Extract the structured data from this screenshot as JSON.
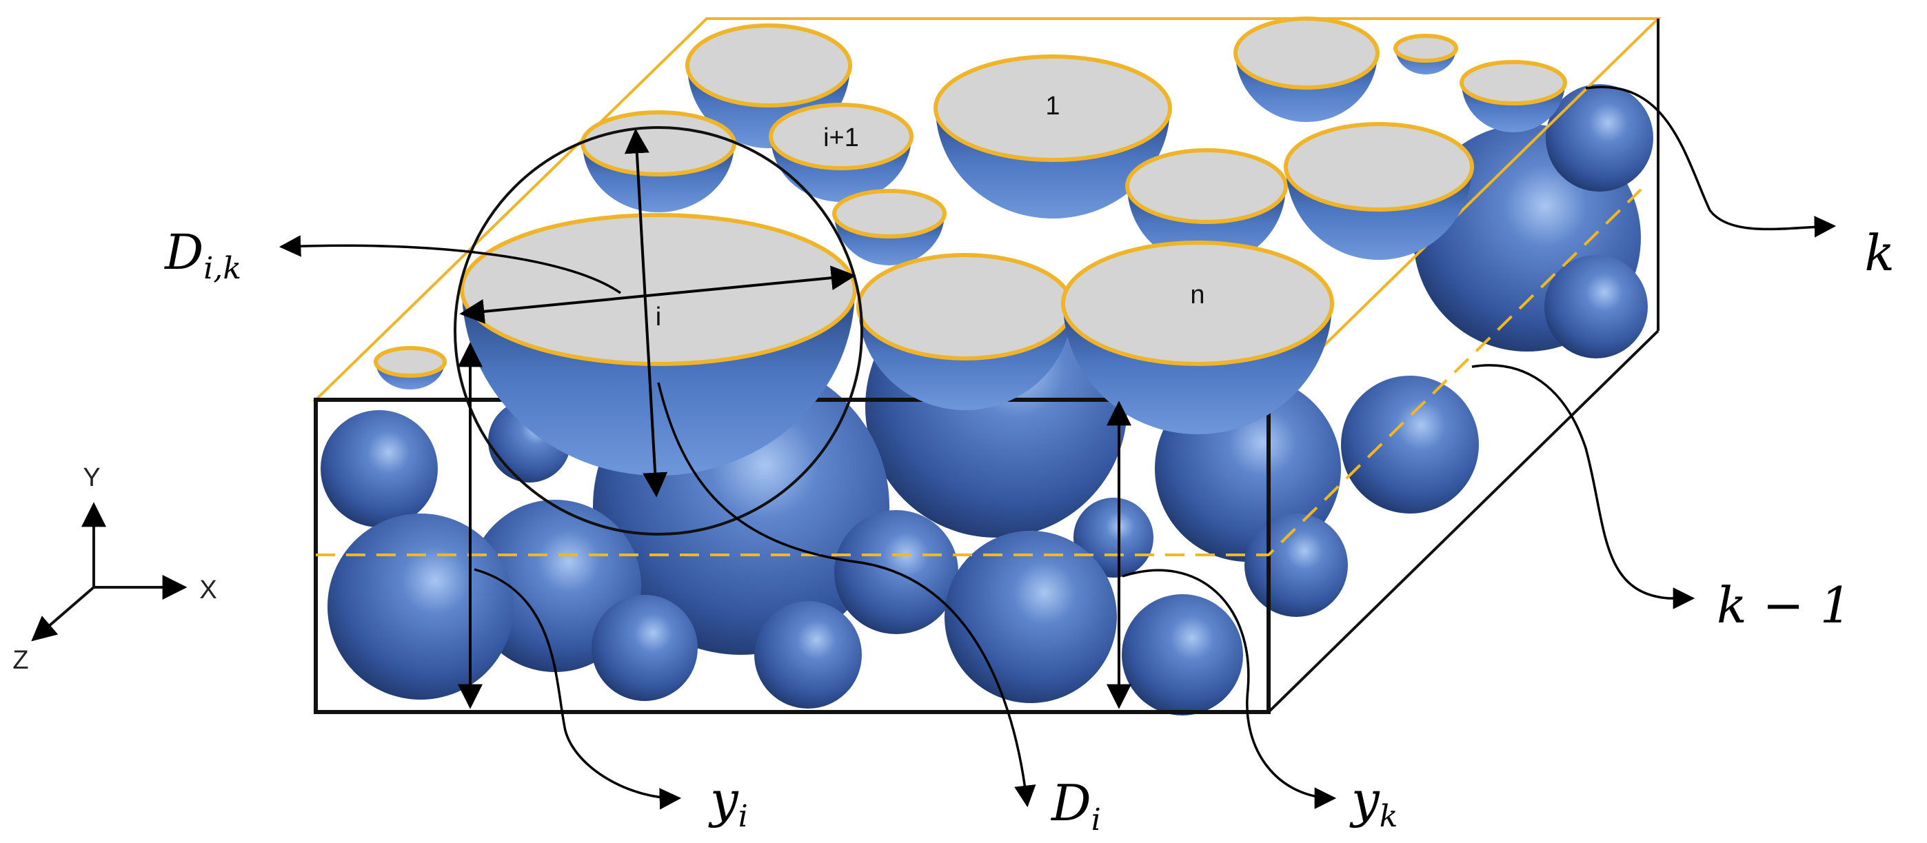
{
  "colors": {
    "sphere": "#3d64ad",
    "sphere_light": "#8fb2ea",
    "sphere_dark": "#1a2f5e",
    "cap": "#d4d4d4",
    "cap_rim": "#f0b428",
    "slice_line": "#f2b820",
    "box_line": "#111111"
  },
  "axes": {
    "y": "Y",
    "x": "X",
    "z": "Z"
  },
  "cap_labels": {
    "one": "1",
    "i_plus_1": "i+1",
    "i": "i",
    "n": "n"
  },
  "callouts": {
    "d_ik": {
      "main": "D",
      "sub": "i,k"
    },
    "k": "k",
    "k_minus_1": "k − 1",
    "y_i": {
      "main": "y",
      "sub": "i"
    },
    "d_i": {
      "main": "D",
      "sub": "i"
    },
    "y_k": {
      "main": "y",
      "sub": "k"
    }
  }
}
